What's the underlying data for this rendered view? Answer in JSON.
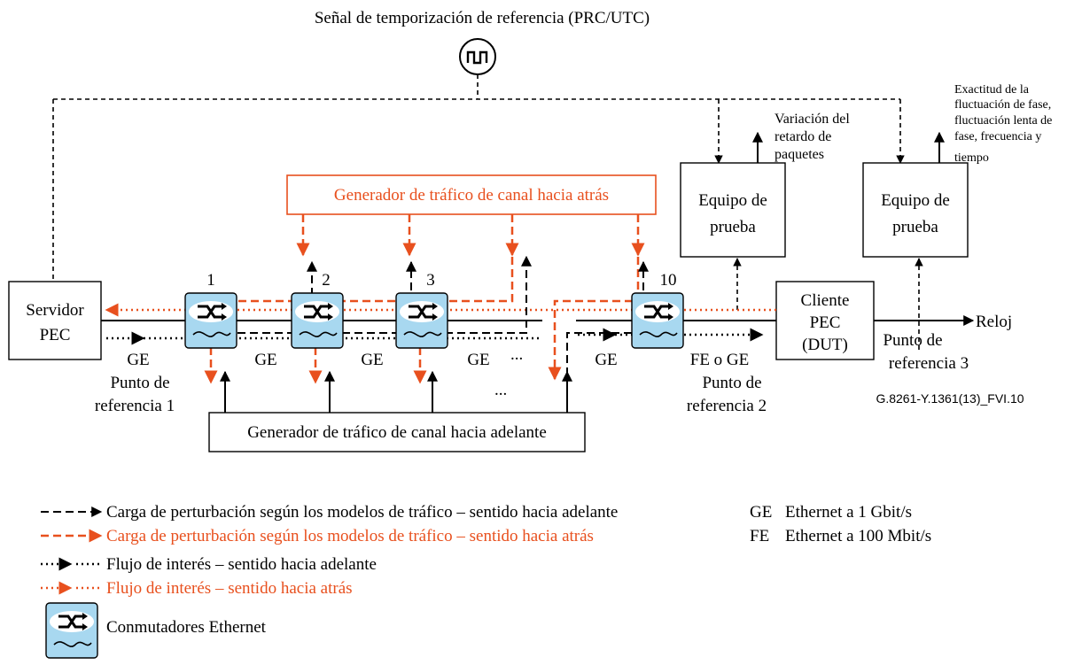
{
  "title": "Señal de temporización de referencia (PRC/UTC)",
  "boxes": {
    "servidor": [
      "Servidor",
      "PEC"
    ],
    "cliente": [
      "Cliente",
      "PEC",
      "(DUT)"
    ],
    "equipo1": [
      "Equipo de",
      "prueba"
    ],
    "equipo2": [
      "Equipo de",
      "prueba"
    ],
    "gen_atras": "Generador de tráfico de canal hacia atrás",
    "gen_adelante": "Generador de tráfico de canal hacia adelante"
  },
  "switch_numbers": [
    "1",
    "2",
    "3",
    "10"
  ],
  "labels": {
    "ge": "GE",
    "fe_ge": "FE o GE",
    "ellipsis": "...",
    "ref1": [
      "Punto de",
      "referencia 1"
    ],
    "ref2": [
      "Punto de",
      "referencia  2"
    ],
    "ref3": [
      "Punto de",
      "referencia  3"
    ],
    "reloj": "Reloj",
    "variacion": [
      "Variación del",
      "retardo de",
      "paquetes"
    ],
    "exactitud": [
      "Exactitud de la",
      "fluctuación de fase,",
      "fluctuación lenta de",
      "fase, frecuencia y",
      "tiempo"
    ],
    "figure_id": "G.8261-Y.1361(13)_FVI.10"
  },
  "legend": [
    {
      "style": "dash",
      "color": "#000000",
      "text": "Carga de perturbación según los modelos de tráfico – sentido hacia adelante"
    },
    {
      "style": "dash",
      "color": "#e8501e",
      "text": "Carga de perturbación según los modelos de tráfico – sentido hacia atrás"
    },
    {
      "style": "dot",
      "color": "#000000",
      "text": "Flujo de interés – sentido hacia adelante"
    },
    {
      "style": "dot",
      "color": "#e8501e",
      "text": "Flujo de interés – sentido hacia atrás"
    },
    {
      "style": "switch-icon",
      "text": "Conmutadores Ethernet"
    }
  ],
  "abbreviations": [
    {
      "abbr": "GE",
      "meaning": "Ethernet a  1 Gbit/s"
    },
    {
      "abbr": "FE",
      "meaning": "Ethernet a  100 Mbit/s"
    }
  ],
  "colors": {
    "accent": "#e8501e",
    "switch_fill": "#a8d8f0",
    "line": "#000000"
  }
}
